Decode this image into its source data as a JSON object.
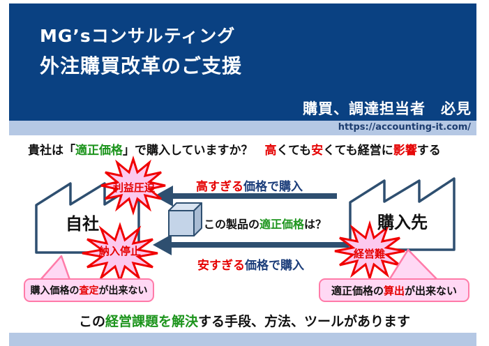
{
  "header": {
    "title_line1": "MG’sコンサルティング",
    "title_line2": "外注購買改革のご支援",
    "audience_note": "購買、調達担当者　必見",
    "url": "https://accounting-it.com/"
  },
  "headline": {
    "segments": [
      {
        "t": "貴社は「",
        "c": "black"
      },
      {
        "t": "適正価格",
        "c": "green"
      },
      {
        "t": "」で購入していますか？　",
        "c": "black"
      },
      {
        "t": "高",
        "c": "red"
      },
      {
        "t": "くても",
        "c": "black"
      },
      {
        "t": "安",
        "c": "red"
      },
      {
        "t": "くても経営に",
        "c": "black"
      },
      {
        "t": "影響",
        "c": "red"
      },
      {
        "t": "する",
        "c": "black"
      }
    ]
  },
  "diagram": {
    "own_company_label": "自社",
    "supplier_label": "購入先",
    "burst_profit_squeeze": "利益圧迫",
    "burst_delivery_stop": "納入停止",
    "burst_management_crisis": "経営難",
    "top_arrow": {
      "segments": [
        {
          "t": "高すぎる",
          "c": "red"
        },
        {
          "t": "価格で購入",
          "c": "navy"
        }
      ]
    },
    "bottom_arrow": {
      "segments": [
        {
          "t": "安すぎる",
          "c": "red"
        },
        {
          "t": "価格で購入",
          "c": "navy"
        }
      ]
    },
    "product_question": {
      "segments": [
        {
          "t": "この製品の",
          "c": "black"
        },
        {
          "t": "適正価格",
          "c": "green"
        },
        {
          "t": "は？",
          "c": "black"
        }
      ]
    },
    "left_callout": {
      "segments": [
        {
          "t": "購入価格の",
          "c": "black"
        },
        {
          "t": "査定",
          "c": "red"
        },
        {
          "t": "が出来ない",
          "c": "black"
        }
      ]
    },
    "right_callout": {
      "segments": [
        {
          "t": "適正価格の",
          "c": "black"
        },
        {
          "t": "算出",
          "c": "red"
        },
        {
          "t": "が出来ない",
          "c": "black"
        }
      ]
    }
  },
  "footer": {
    "message": {
      "segments": [
        {
          "t": "この",
          "c": "black"
        },
        {
          "t": "経営課題を解決",
          "c": "green"
        },
        {
          "t": "する手段、方法、ツールがあります",
          "c": "black"
        }
      ]
    }
  },
  "colors": {
    "header_bg": "#0a4182",
    "strip_bg": "#b5c8e4",
    "accent_red": "#e50000",
    "accent_green": "#1c941c",
    "navy_text": "#1b3d7a",
    "shape_stroke": "#2e4f70",
    "burst_fill": "#fcc9ee",
    "burst_stroke": "#f00000",
    "callout_fill": "#ffd8f4",
    "callout_stroke": "#ff7ba8"
  }
}
